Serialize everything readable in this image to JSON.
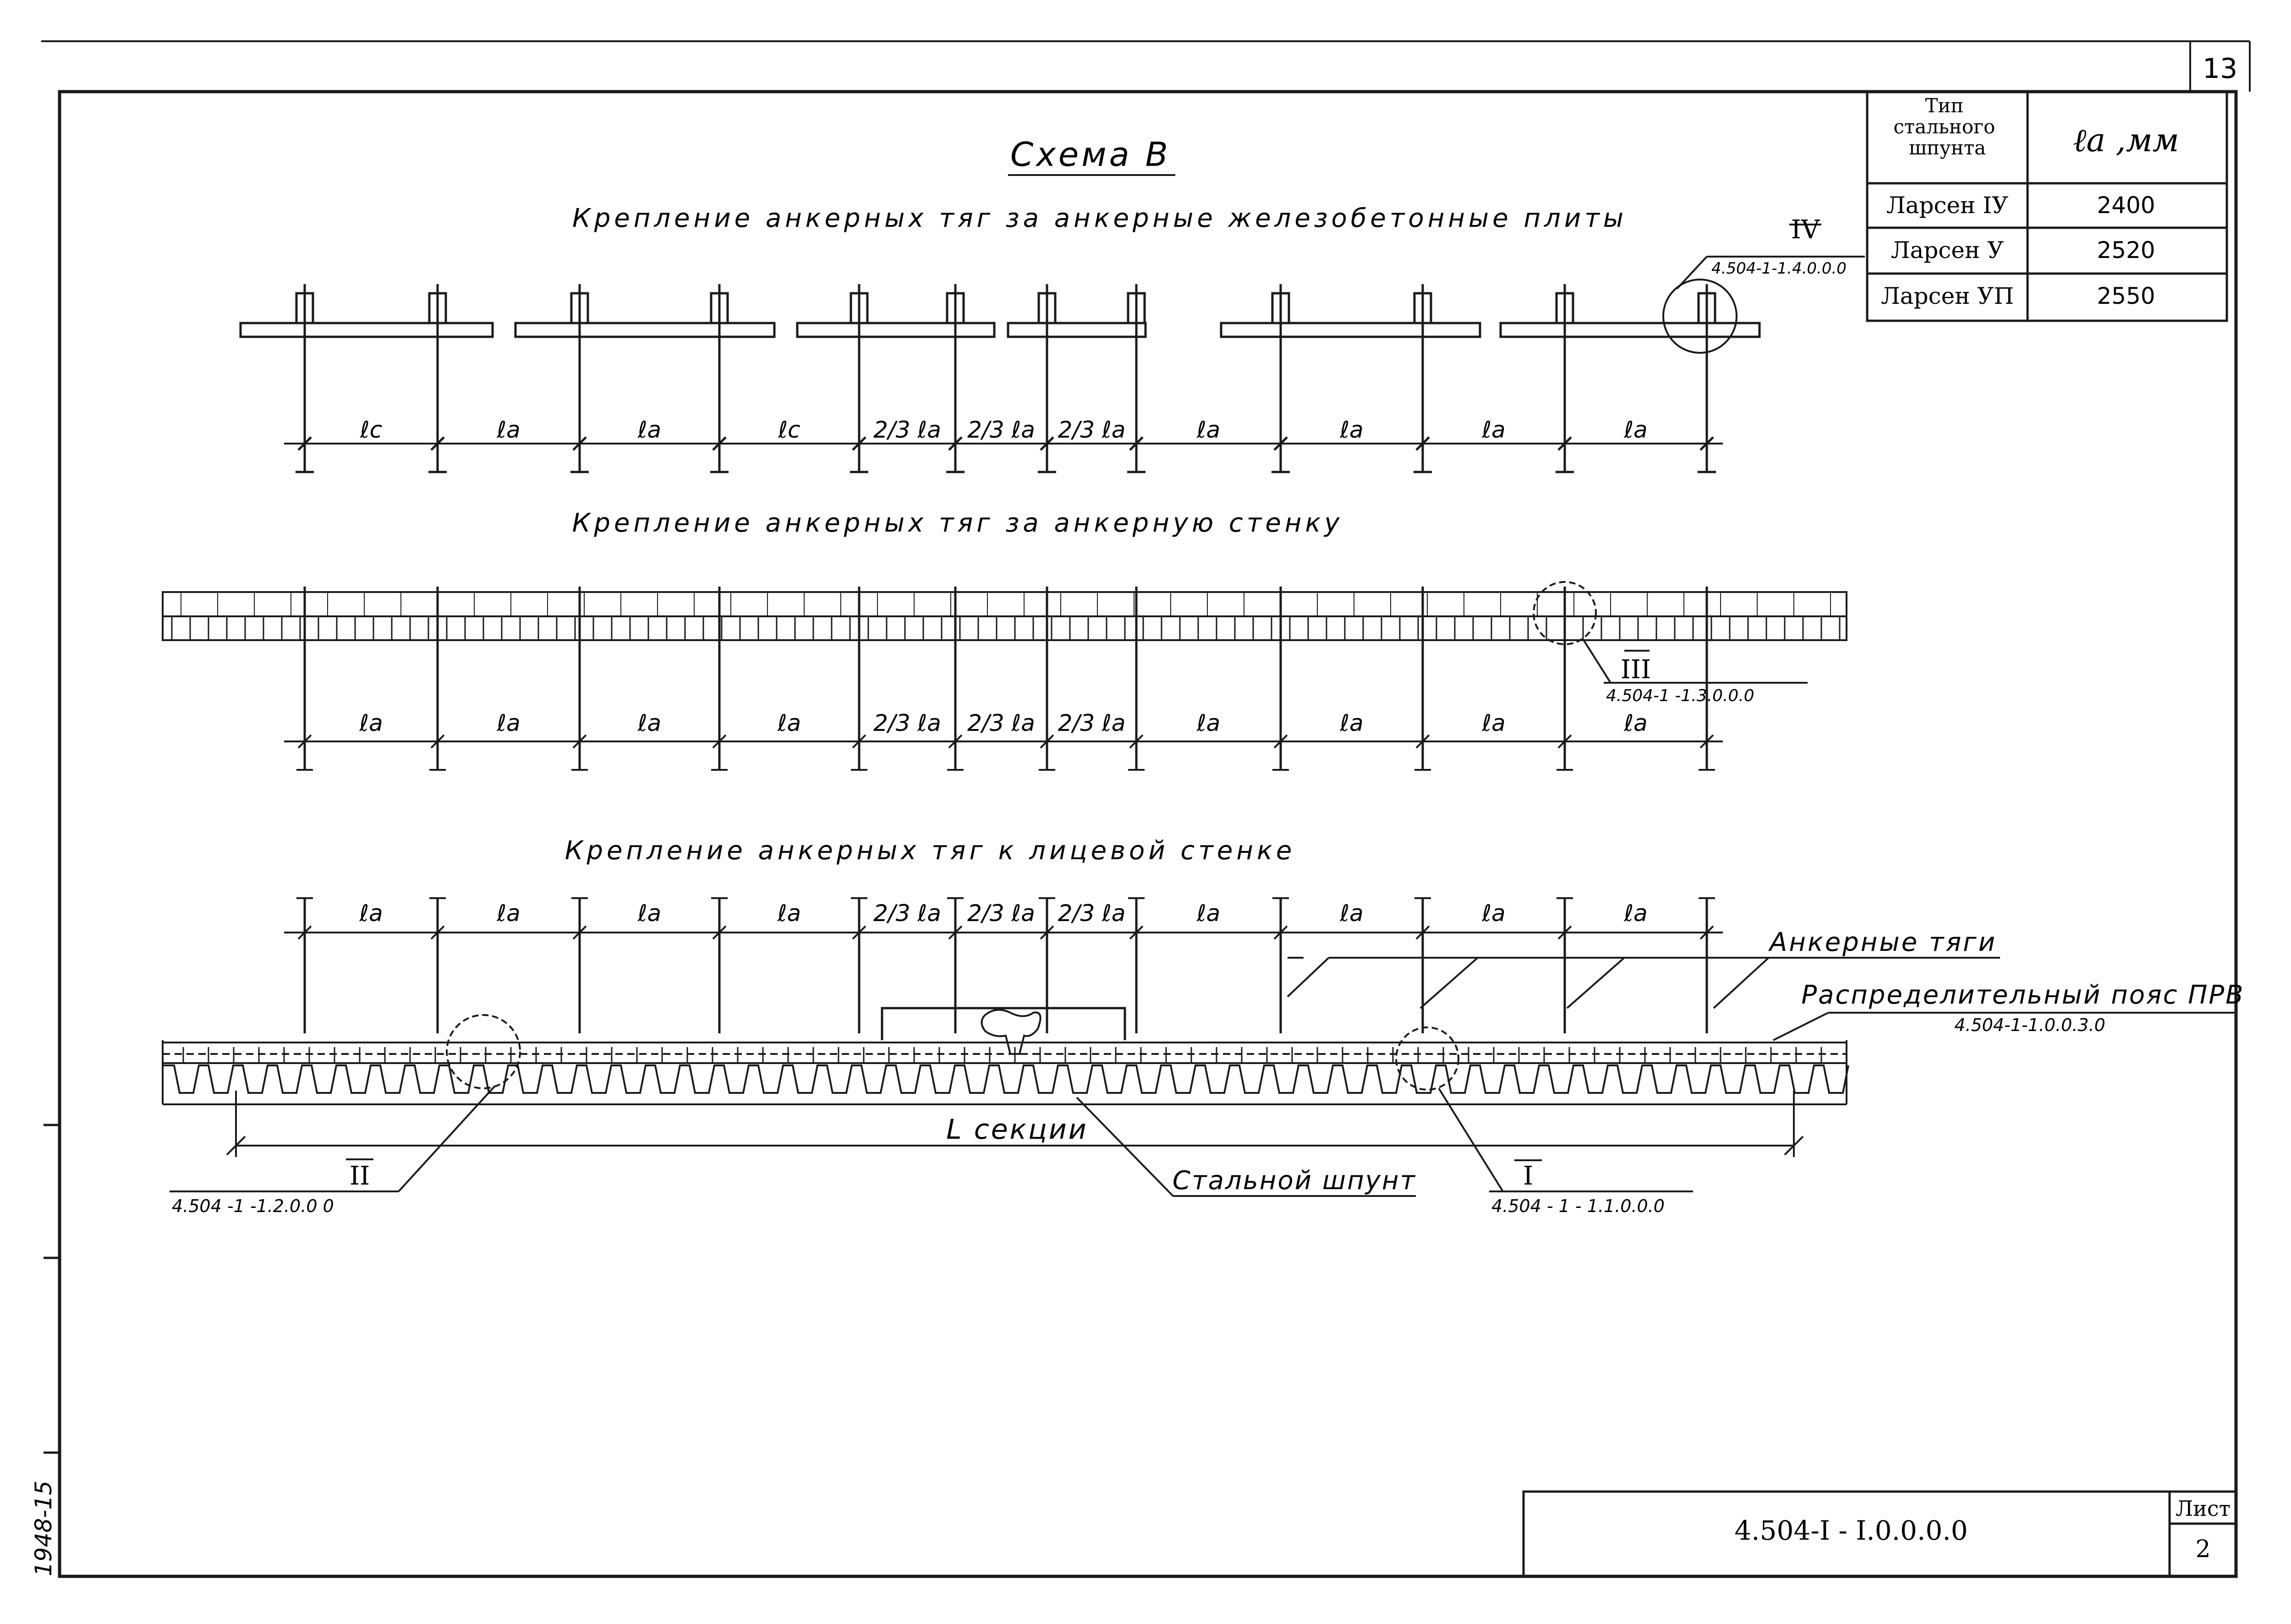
{
  "sheet_number": "13",
  "scheme_title": "Схема В",
  "sections": {
    "plates": {
      "title": "Крепление анкерных тяг за анкерные железобетонные плиты",
      "spans": [
        "ℓс",
        "ℓa",
        "ℓa",
        "ℓс",
        "2/3 ℓa",
        "2/3 ℓa",
        "2/3 ℓa",
        "ℓa",
        "ℓa",
        "ℓa",
        "ℓa"
      ]
    },
    "wall": {
      "title": "Крепление анкерных тяг за анкерную стенку",
      "spans": [
        "ℓa",
        "ℓa",
        "ℓa",
        "ℓa",
        "2/3 ℓa",
        "2/3 ℓa",
        "2/3 ℓa",
        "ℓa",
        "ℓa",
        "ℓa",
        "ℓa"
      ]
    },
    "face": {
      "title": "Крепление анкерных тяг к лицевой стенке",
      "spans": [
        "ℓa",
        "ℓa",
        "ℓa",
        "ℓa",
        "2/3 ℓa",
        "2/3 ℓa",
        "2/3 ℓa",
        "ℓa",
        "ℓa",
        "ℓa",
        "ℓa"
      ]
    }
  },
  "callouts": {
    "iv": {
      "label": "IV",
      "ref": "4.504-1-1.4.0.0.0"
    },
    "iii": {
      "label": "III",
      "ref": "4.504-1 -1.3.0.0.0"
    },
    "ii": {
      "label": "II",
      "ref": "4.504 -1 -1.2.0.0 0"
    },
    "i": {
      "label": "I",
      "ref": "4.504 - 1 - 1.1.0.0.0"
    }
  },
  "labels": {
    "anchor_rods": "Анкерные тяги",
    "belt": "Распределительный пояс ПРВ",
    "belt_ref": "4.504-1-1.0.0.3.0",
    "section_length": "L секции",
    "sheet_pile": "Стальной шпунт"
  },
  "table": {
    "header_type": "Тип стального шпунта",
    "header_value": "ℓa ,мм",
    "rows": [
      {
        "type": "Ларсен IУ",
        "value": "2400"
      },
      {
        "type": "Ларсен У",
        "value": "2520"
      },
      {
        "type": "Ларсен УП",
        "value": "2550"
      }
    ]
  },
  "title_block": {
    "doc_code": "4.504-I - I.0.0.0.0",
    "sheet_label": "Лист",
    "sheet_no": "2"
  },
  "margin_note": "1948-15"
}
